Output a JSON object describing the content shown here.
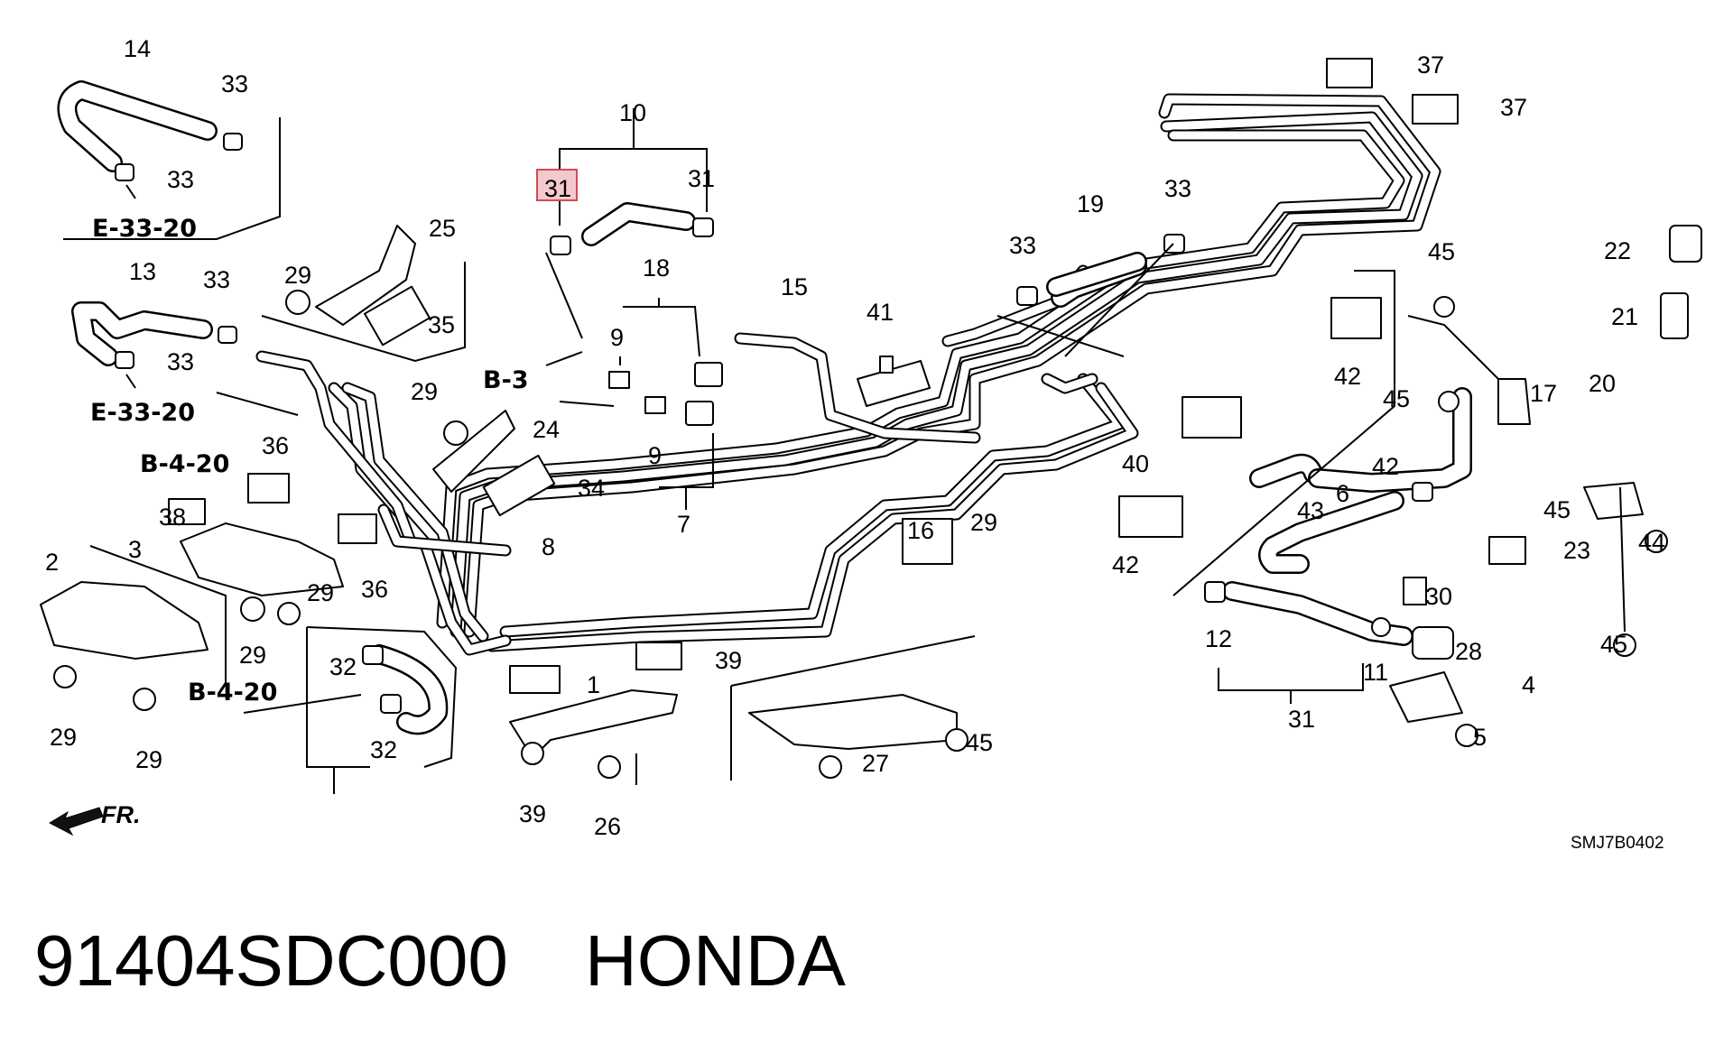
{
  "footer": {
    "part_number": "91404SDC000",
    "brand": "HONDA"
  },
  "diagram": {
    "code": "SMJ7B0402",
    "direction_label": "FR.",
    "highlighted_callout": "31",
    "highlight_color": "#f4c9cc",
    "references": [
      "E-33-20",
      "E-33-20",
      "B-4-20",
      "B-3",
      "B-4-20"
    ],
    "callouts": [
      "14",
      "33",
      "33",
      "13",
      "33",
      "33",
      "29",
      "25",
      "35",
      "10",
      "31",
      "31",
      "18",
      "9",
      "9",
      "7",
      "15",
      "41",
      "19",
      "33",
      "33",
      "37",
      "37",
      "45",
      "42",
      "45",
      "17",
      "22",
      "21",
      "20",
      "29",
      "24",
      "34",
      "36",
      "38",
      "3",
      "36",
      "2",
      "29",
      "29",
      "29",
      "29",
      "8",
      "32",
      "32",
      "1",
      "39",
      "39",
      "26",
      "45",
      "27",
      "29",
      "16",
      "40",
      "42",
      "42",
      "6",
      "43",
      "12",
      "31",
      "11",
      "30",
      "28",
      "4",
      "5",
      "45",
      "23",
      "44",
      "45",
      "45"
    ]
  }
}
